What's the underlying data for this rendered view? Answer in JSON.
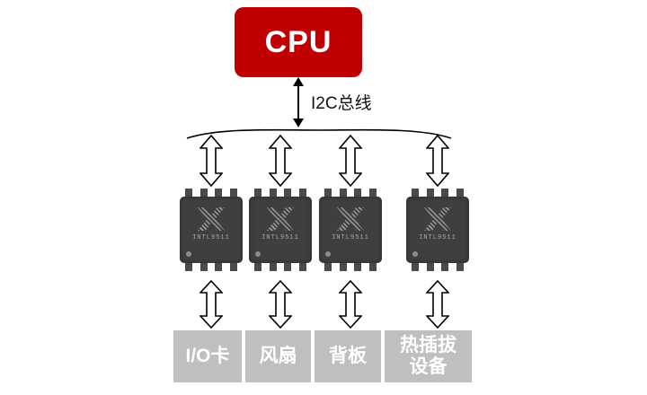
{
  "cpu": {
    "label": "CPU"
  },
  "bus": {
    "label": "I2C总线"
  },
  "chip": {
    "label": "INTL9511",
    "logo": "x-hatched-logo",
    "count": 4
  },
  "devices": [
    {
      "label": "I/O卡"
    },
    {
      "label": "风扇"
    },
    {
      "label": "背板"
    },
    {
      "label": "热插拔设备"
    }
  ],
  "colors": {
    "cpu_red": "#c00000",
    "chip_dark": "#3f3f3f",
    "device_gray": "#bfbfbf",
    "arrow_stroke": "#000000",
    "text_white": "#ffffff"
  }
}
